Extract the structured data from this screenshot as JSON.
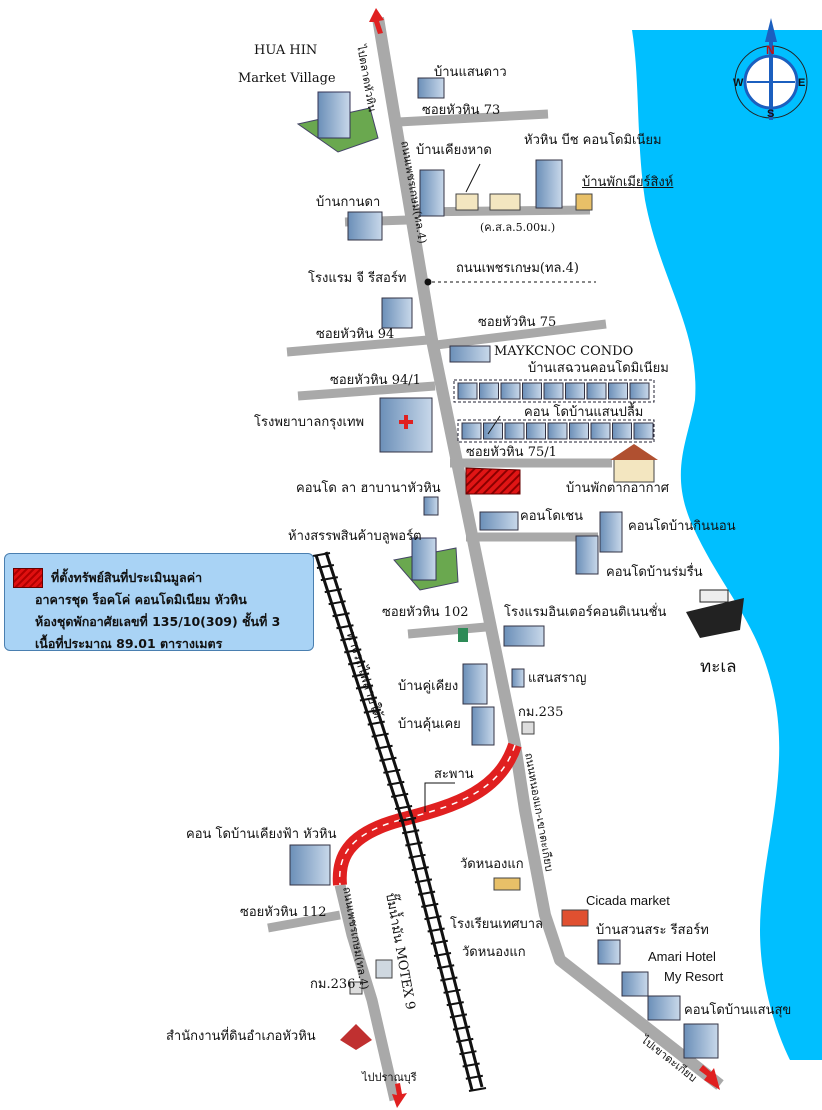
{
  "labels": {
    "hua_hin_top": "HUA HIN",
    "market_village": "Market Village",
    "to_talad": "ไปตลาดหัวหิน",
    "baan_saendao": "บ้านแสนดาว",
    "soi_73": "ซอยหัวหิน 73",
    "baan_kiang_had": "บ้านเคียงหาด",
    "huahin_beach_condo": "หัวหิน บีช คอนโดมิเนียม",
    "baan_pak_mai": "บ้านพักเมียร์สิงห์",
    "baan_kanta": "บ้านกานดา",
    "road_note": "(ค.ส.ล.5.00ม.)",
    "phetkasem_road_vertical": "ถนนเพชรเกษม(ทล.4)",
    "g_resort": "โรงแรม จี รีสอร์ท",
    "phetkasem_road_side": "ถนนเพชรเกษม(ทล.4)",
    "soi_75": "ซอยหัวหิน 75",
    "soi_94": "ซอยหัวหิน 94",
    "maykcnoc_condo": "MAYKCNOC CONDO",
    "soi_94_1": "ซอยหัวหิน 94/1",
    "baan_sachuan": "บ้านเสฉวนคอนโดมิเนียม",
    "bangkok_hospital": "โรงพยาบาลกรุงเทพ",
    "condo_baan_saenplam": "คอน โดบ้านแสนปลื้ม",
    "soi_75_1": "ซอยหัวหิน 75/1",
    "baan_pak_tak_akat": "บ้านพักตากอากาศ",
    "condo_la_habana": "คอนโด ลา ฮาบานาหัวหิน",
    "department_store": "ห้างสรรพสินค้าบลูพอร์ต",
    "condo_chain": "คอนโดเชน",
    "condo_baan_kin_non": "คอนโดบ้านกินนอน",
    "condo_baan_romrin": "คอนโดบ้านร่มรื่น",
    "soi_102": "ซอยหัวหิน 102",
    "intercontinental": "โรงแรมอินเตอร์คอนติเนนชั่น",
    "railway": "ทางรถไฟสายใต้",
    "sea": "ทะเล",
    "baan_ku_kiang": "บ้านคู่เคียง",
    "saen_saran": "แสนสราญ",
    "baan_kun_khoei": "บ้านคุ้นเคย",
    "km_235": "กม.235",
    "nongkae_road": "ถนนหนองแก-เขาตะเกียบ",
    "bridge": "สะพาน",
    "condo_baan_kiang_fah": "คอน โดบ้านเคียงฟ้า หัวหิน",
    "wat_nongkae": "วัดหนองแก",
    "cicada_market": "Cicada market",
    "baan_suan_sra": "บ้านสวนสระ รีสอร์ท",
    "school_line1": "โรงเรียนเทศบาล",
    "school_line2": "วัดหนองแก",
    "amari_hotel": "Amari Hotel",
    "my_resort": "My Resort",
    "soi_112": "ซอยหัวหิน 112",
    "phetkasem_road_lower": "ถนนเพชรเกษม(ทล.4)",
    "motex9": "ปั๊มน้ำมัน MOTEX 9",
    "condo_baan_saensuk": "คอนโดบ้านแสนสุข",
    "km_236": "กม.236",
    "land_office": "สำนักงานที่ดินอำเภอหัวหิน",
    "to_pranburi": "ไปปราณบุรี",
    "to_khao_takiap": "ไปเขาตะเกียบ"
  },
  "compass": {
    "n": "N",
    "s": "S",
    "e": "E",
    "w": "W"
  },
  "legend": {
    "line1": "ที่ตั้งทรัพย์สินที่ประเมินมูลค่า",
    "line2": "อาคารชุด ร็อคโค่ คอนโดมิเนียม หัวหิน",
    "line3": "ห้องชุดพักอาศัยเลขที่ 135/10(309) ชั้นที่ 3",
    "line4": "เนื้อที่ประมาณ 89.01 ตารางเมตร"
  },
  "colors": {
    "sea": "#00bfff",
    "road": "#a9a9a9",
    "highway_red": "#e02020",
    "subject_red": "#d81818",
    "legend_bg": "#a9d3f5"
  }
}
